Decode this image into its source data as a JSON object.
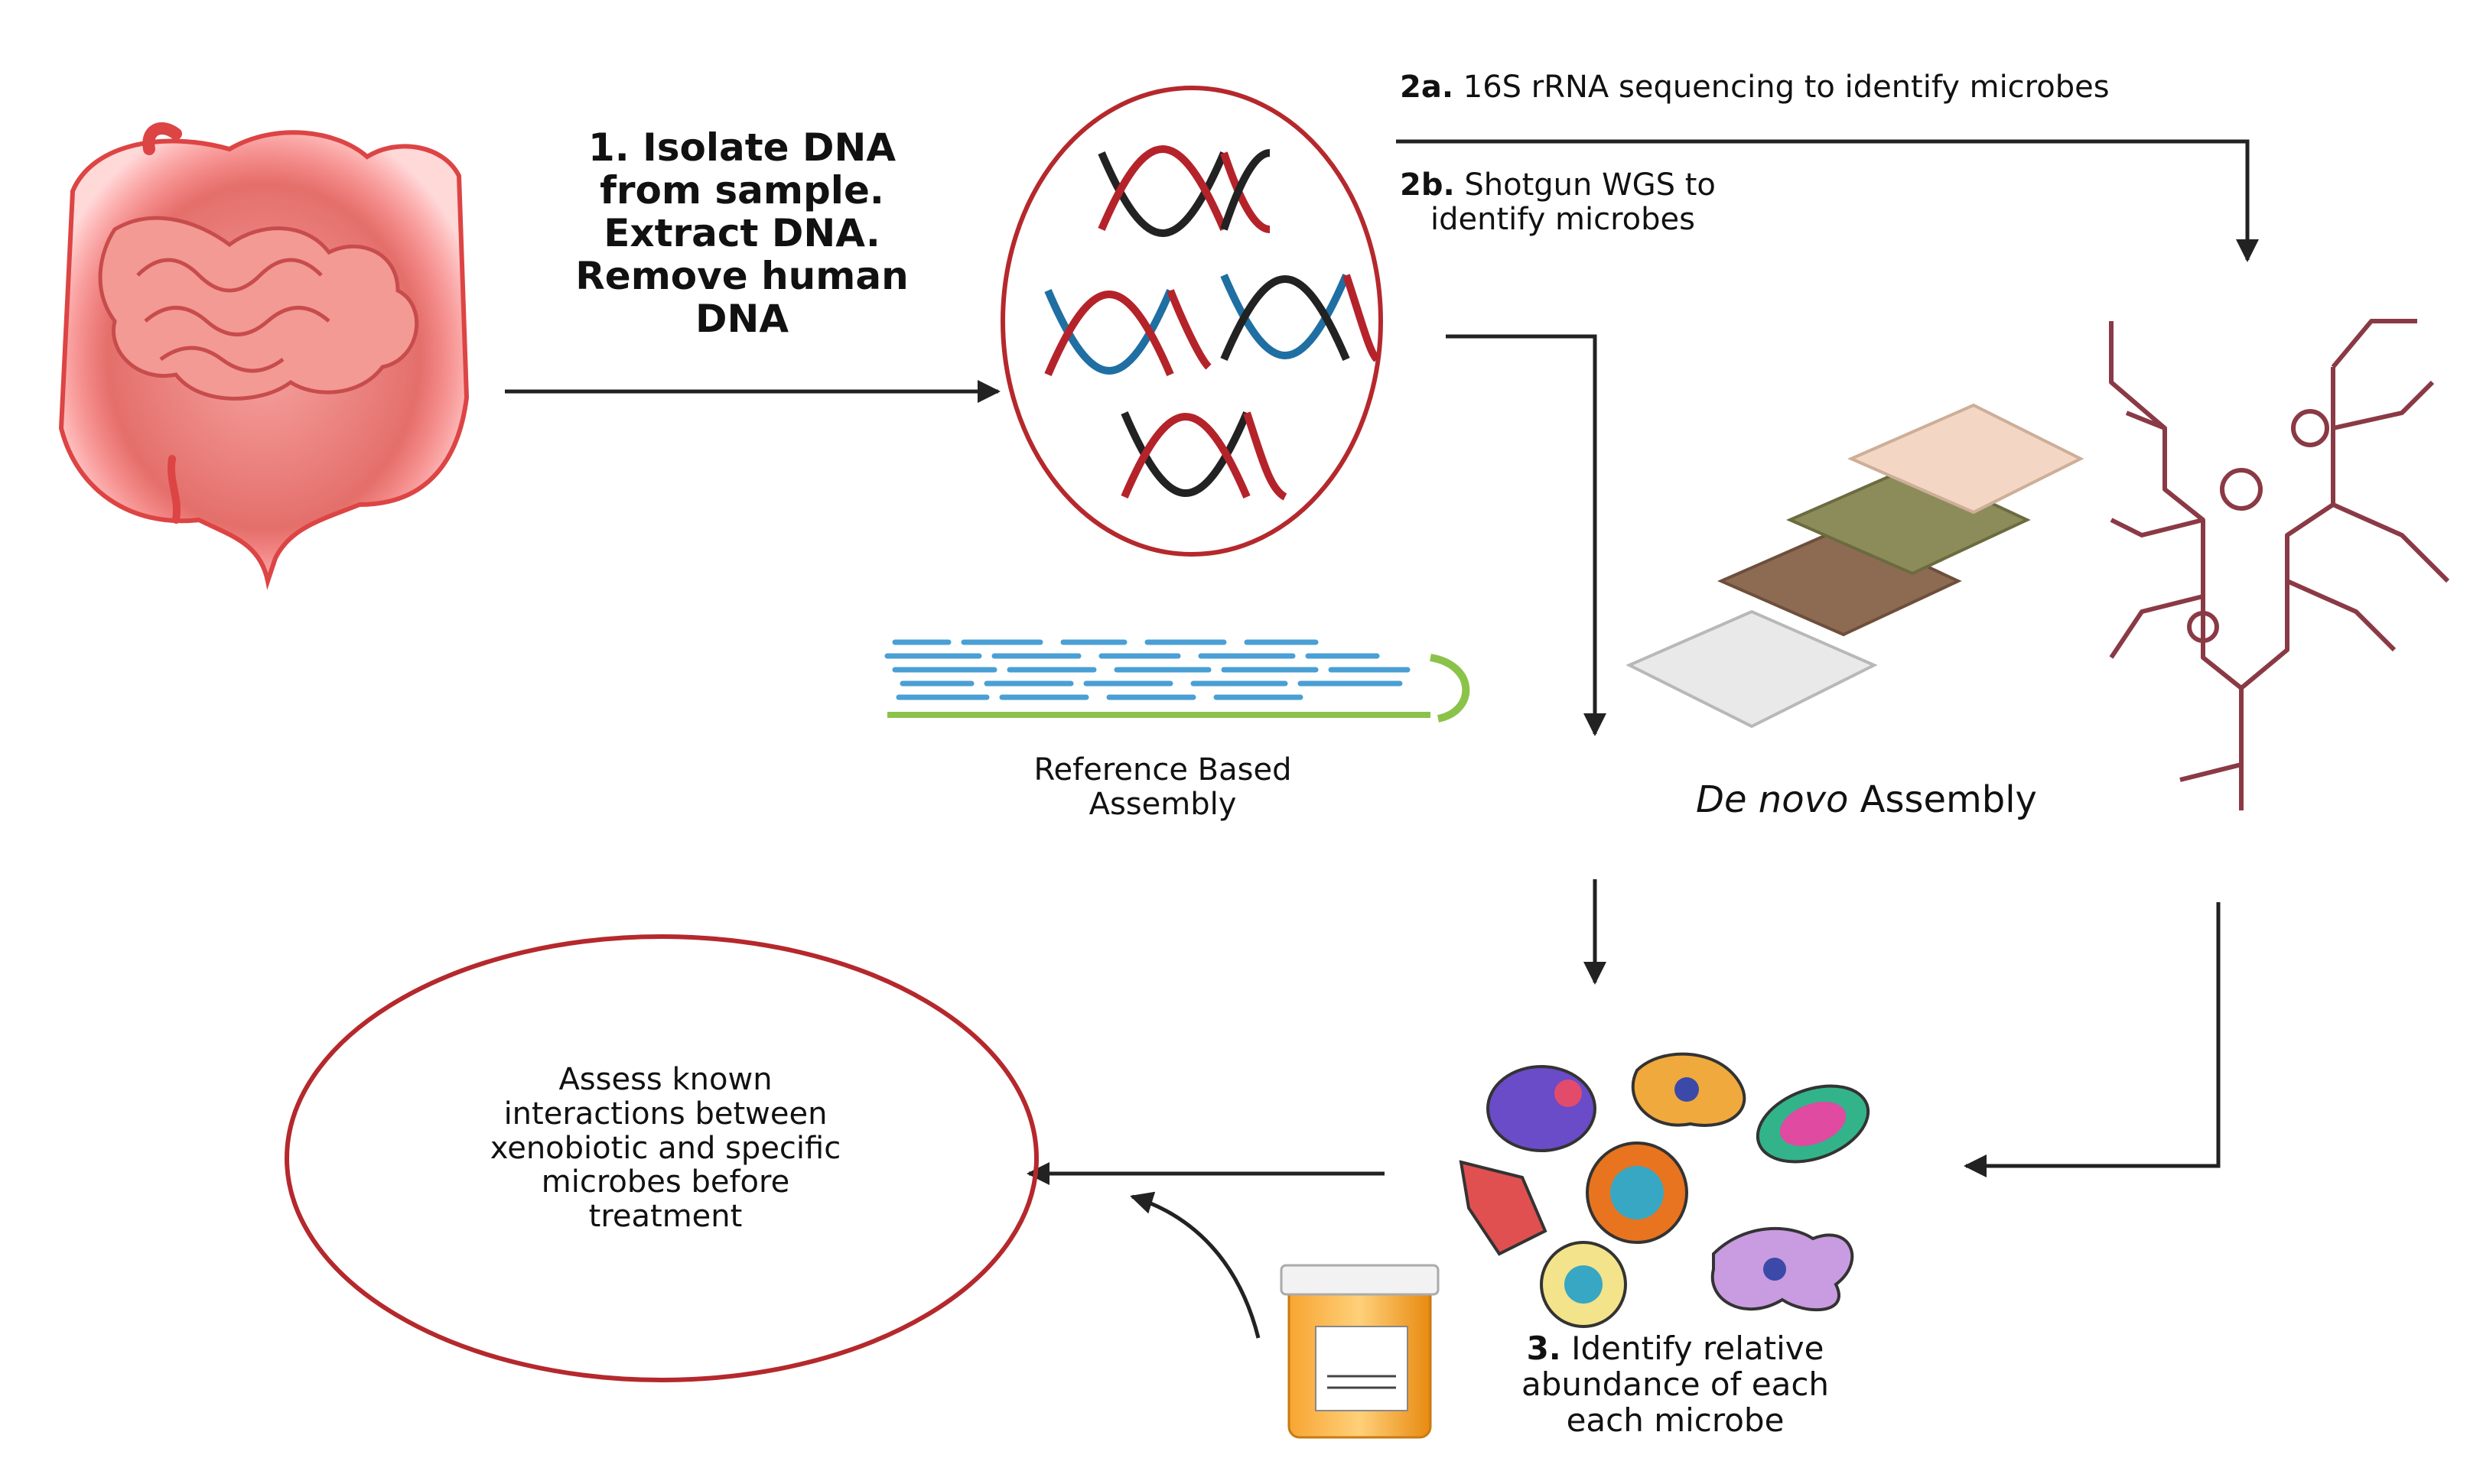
{
  "step1": {
    "num": "1.",
    "lines": [
      "Isolate DNA",
      "from sample.",
      "Extract DNA.",
      "Remove human",
      "DNA"
    ]
  },
  "step2a": {
    "num": "2a.",
    "text": "16S rRNA sequencing to identify microbes"
  },
  "step2b": {
    "num": "2b.",
    "line1": "Shotgun WGS to",
    "line2": "identify microbes"
  },
  "reference": {
    "line1": "Reference Based",
    "line2": "Assembly"
  },
  "denovo": {
    "italic": "De novo",
    "rest": " Assembly"
  },
  "assess": {
    "lines": [
      "Assess known",
      "interactions between",
      "xenobiotic and specific",
      "microbes before",
      "treatment"
    ]
  },
  "step3": {
    "num": "3.",
    "line1": "Identify relative",
    "line2": "abundance of each",
    "line3": "each microbe"
  },
  "icons": {
    "intestine": "intestine-icon",
    "dna": "dna-helix-icon",
    "reads": "sequence-reads-icon",
    "plates": "assembly-plates-icon",
    "rna": "rna-secondary-structure-icon",
    "microbes": "microbe-icon",
    "pill_bottle": "pill-bottle-icon"
  },
  "colors": {
    "ellipse_stroke": "#b5282c",
    "arrow": "#222222",
    "intestine": "#e06a66",
    "dna_red": "#b5232a",
    "dna_blue": "#1f6fa3",
    "reads_blue": "#4a9fd4",
    "ref_green": "#8bc34a",
    "rna": "#8a3a45",
    "pill": "#f39a1a"
  }
}
